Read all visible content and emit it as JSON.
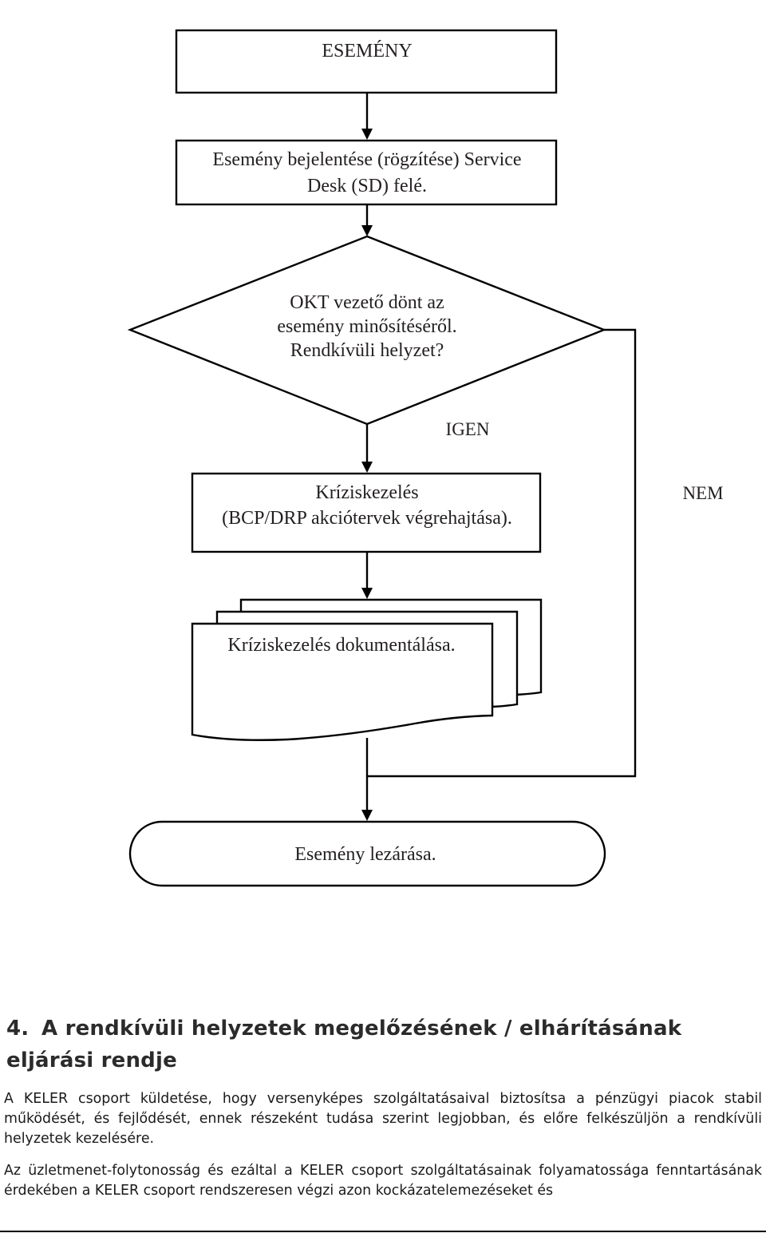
{
  "flowchart": {
    "start_box": "ESEMÉNY",
    "report_box": [
      "Esemény bejelentése (rögzítése) Service",
      "Desk (SD) felé."
    ],
    "decision": [
      "OKT vezető dönt az",
      "esemény minősítéséről.",
      "Rendkívüli helyzet?"
    ],
    "yes_label": "IGEN",
    "no_label": "NEM",
    "crisis_box": [
      "Kríziskezelés",
      "(BCP/DRP akciótervek végrehajtása)."
    ],
    "document_box": "Kríziskezelés dokumentálása.",
    "end_box": "Esemény lezárása."
  },
  "section": {
    "number": "4.",
    "title": "A rendkívüli helyzetek megelőzésének / elhárításának eljárási rendje",
    "paragraph_1": "A KELER csoport küldetése, hogy versenyképes szolgáltatásaival biztosítsa a pénzügyi piacok stabil működését, és fejlődését, ennek részeként tudása szerint legjobban, és előre felkészüljön a rendkívüli helyzetek kezelésére.",
    "paragraph_2": "Az üzletmenet-folytonosság és ezáltal a KELER csoport szolgáltatásainak folyamatossága fenntartásának érdekében a KELER csoport rendszeresen végzi azon kockázatelemezéseket és"
  }
}
